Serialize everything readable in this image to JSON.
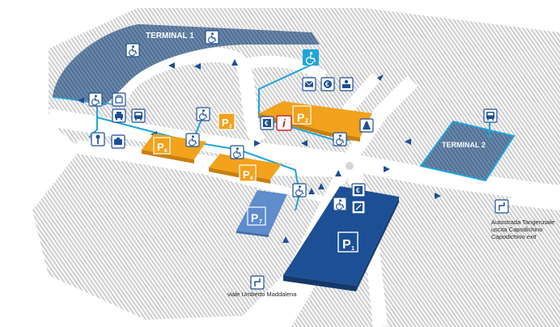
{
  "terminals": {
    "t1": "TERMINAL 1",
    "t2": "TERMINAL 2"
  },
  "parkings": [
    {
      "id": "P1",
      "letter": "P",
      "sub": "1",
      "kind": "covered-multi-storey",
      "color": "#1d4f95"
    },
    {
      "id": "P2",
      "letter": "P",
      "sub": "2",
      "kind": "short-stay",
      "color": "#f2a21b"
    },
    {
      "id": "P3",
      "letter": "P",
      "sub": "3",
      "kind": "short-stay",
      "color": "#f2a21b"
    },
    {
      "id": "P6",
      "letter": "P",
      "sub": "6",
      "kind": "short-stay",
      "color": "#f2a21b"
    },
    {
      "id": "P8",
      "letter": "P",
      "sub": "8",
      "kind": "short-stay",
      "color": "#f2a21b"
    },
    {
      "id": "P7",
      "letter": "P",
      "sub": "7",
      "kind": "long-stay",
      "color": "#5e8ccc"
    }
  ],
  "exits": {
    "exit_right_line1": "Autostrada Tangenziale",
    "exit_right_line2": "uscita Capodichino",
    "exit_right_line3": "Capodichino exit",
    "exit_bottom": "viale Umberto Maddalena"
  },
  "icons": [
    "wheelchair-icon",
    "taxi-icon",
    "bus-icon",
    "car-rental-key-icon",
    "luggage-icon",
    "ticket-machine-icon",
    "mail-icon",
    "currency-exchange-icon",
    "info-icon",
    "parking-cashier-icon",
    "highway-sign-icon"
  ],
  "colors": {
    "terminal": "#4f6f94",
    "terminal_pattern": "#6d89aa",
    "route": "#1ea5dc",
    "road": "#ffffff",
    "ground": "#e0e0e0",
    "arrow": "#1d4f95",
    "orange": "#f2a21b",
    "navy": "#1d4f95",
    "midblue": "#5e8ccc",
    "info_red": "#c0282e"
  }
}
